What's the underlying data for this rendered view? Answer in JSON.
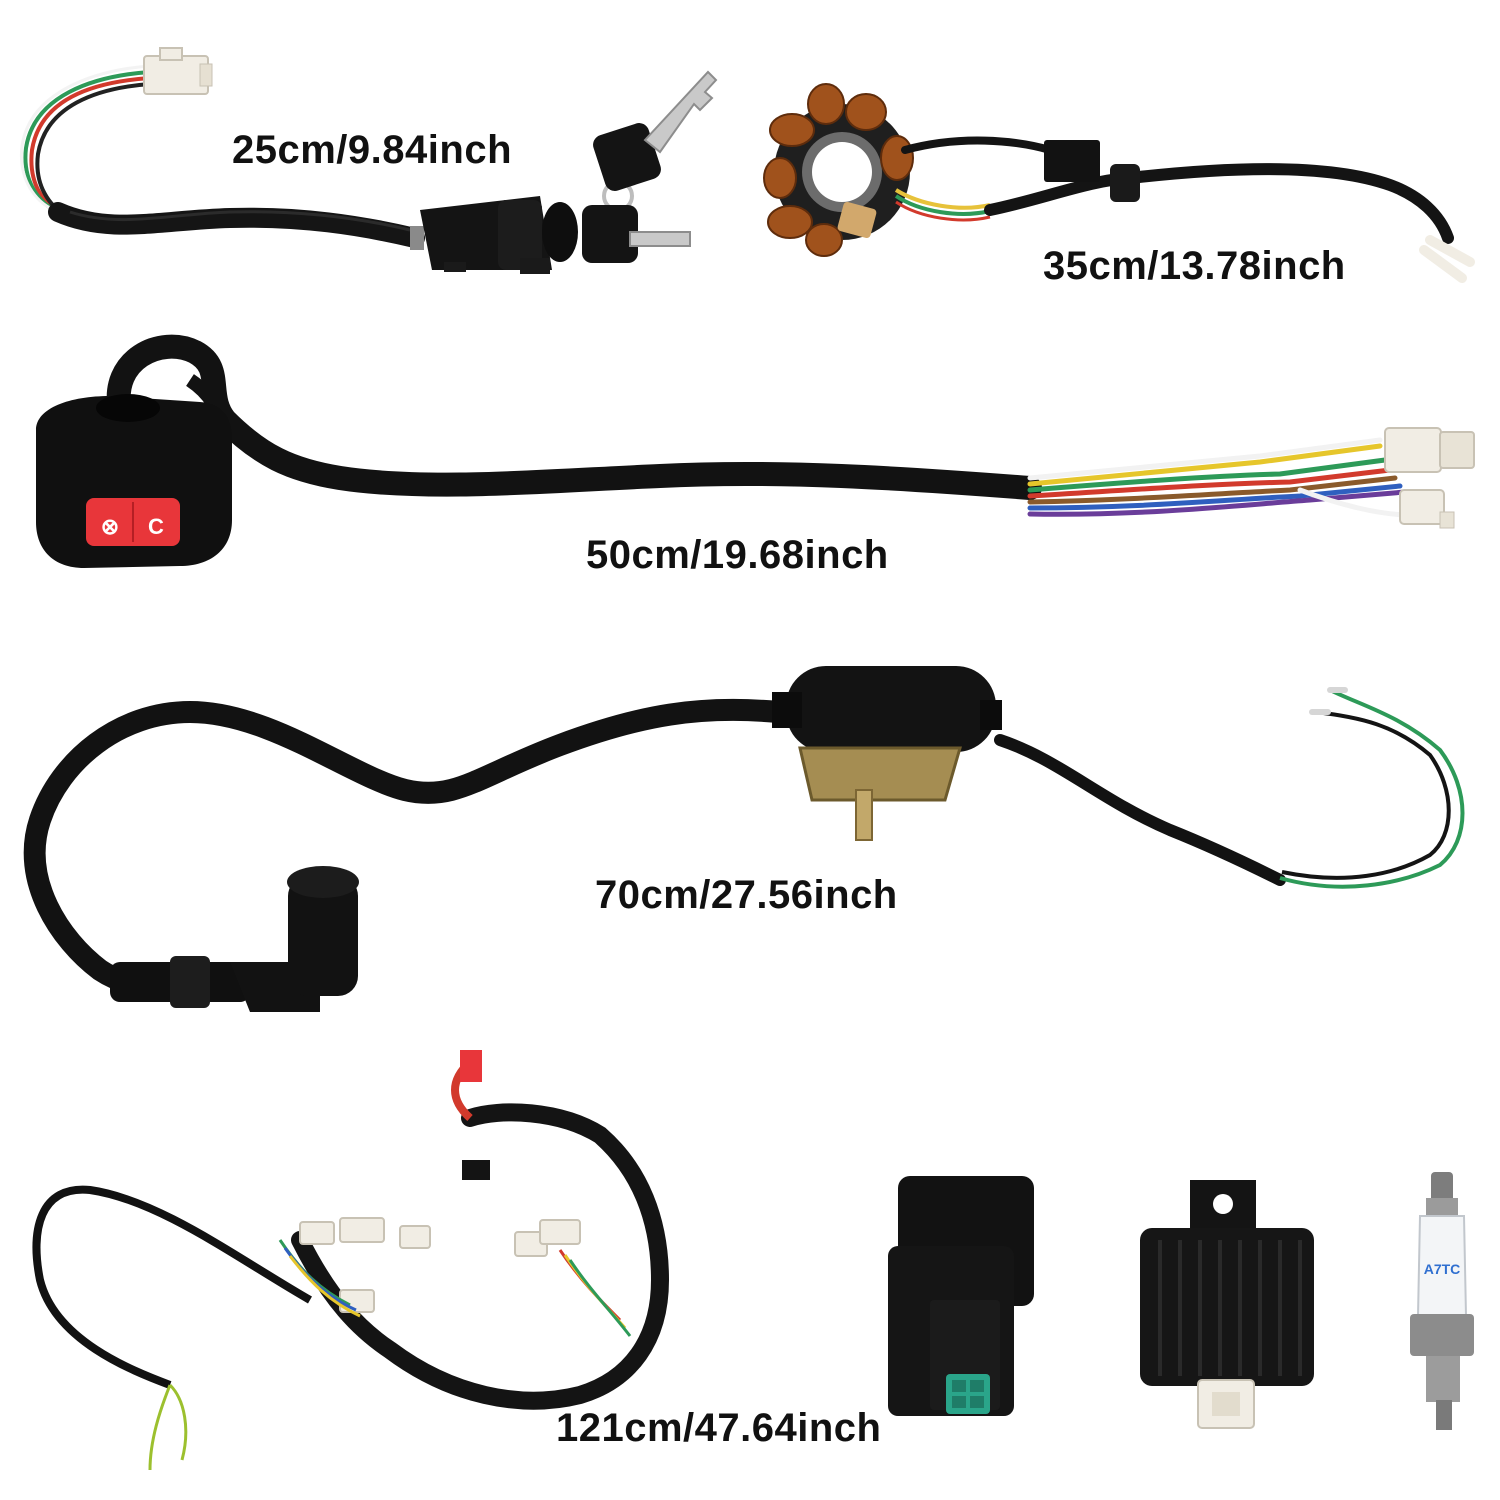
{
  "palette": {
    "background": "#ffffff",
    "cable": "#111111",
    "coil_copper": "#a0521c",
    "switch_red": "#e8363a",
    "cdi_plug_green": "#2aa58a",
    "connector_white": "#f1ede4",
    "plug_blue_text": "#2f6fd0"
  },
  "components": [
    {
      "id": "ignition-switch",
      "length_label": "25cm/9.84inch"
    },
    {
      "id": "stator",
      "length_label": "35cm/13.78inch"
    },
    {
      "id": "kill-start-switch",
      "length_label": "50cm/19.68inch",
      "button_symbol": "⊗",
      "button_letter": "C"
    },
    {
      "id": "ignition-coil",
      "length_label": "70cm/27.56inch"
    },
    {
      "id": "wiring-harness",
      "length_label": "121cm/47.64inch"
    },
    {
      "id": "cdi-box"
    },
    {
      "id": "voltage-regulator"
    },
    {
      "id": "spark-plug",
      "plug_text": "A7TC"
    }
  ]
}
